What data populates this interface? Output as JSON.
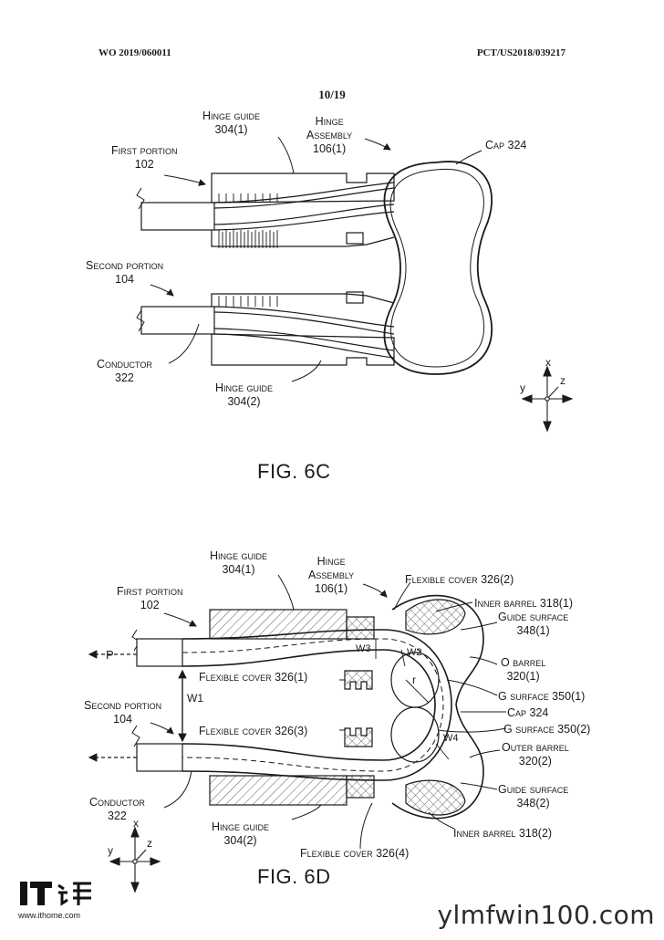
{
  "header": {
    "pub_no": "WO 2019/060011",
    "app_no": "PCT/US2018/039217",
    "page": "10/19"
  },
  "fig6c": {
    "caption": "FIG. 6C",
    "labels": {
      "hinge_guide_1": [
        "Hinge guide",
        "304(1)"
      ],
      "hinge_assembly": [
        "Hinge",
        "Assembly",
        "106(1)"
      ],
      "cap": [
        "Cap 324"
      ],
      "first_portion": [
        "First portion",
        "102"
      ],
      "second_portion": [
        "Second portion",
        "104"
      ],
      "conductor": [
        "Conductor",
        "322"
      ],
      "hinge_guide_2": [
        "Hinge guide",
        "304(2)"
      ]
    },
    "axes": {
      "x": "x",
      "y": "y",
      "z": "z"
    }
  },
  "fig6d": {
    "caption": "FIG. 6D",
    "labels": {
      "hinge_guide_1": [
        "Hinge guide",
        "304(1)"
      ],
      "hinge_assembly": [
        "Hinge",
        "Assembly",
        "106(1)"
      ],
      "flex_cover_2": [
        "Flexible cover 326(2)"
      ],
      "inner_barrel_1": [
        "Inner barrel 318(1)"
      ],
      "guide_surface_1": [
        "Guide surface",
        "348(1)"
      ],
      "first_portion": [
        "First portion",
        "102"
      ],
      "p": "P",
      "w3": "W3",
      "w2": "W2",
      "w1": "W1",
      "w4": "W4",
      "r": "r",
      "o_barrel": [
        "O barrel",
        "320(1)"
      ],
      "flex_cover_1": [
        "Flexible cover 326(1)"
      ],
      "g_surface_1": [
        "G surface 350(1)"
      ],
      "second_portion": [
        "Second portion",
        "104"
      ],
      "cap": [
        "Cap 324"
      ],
      "flex_cover_3": [
        "Flexible cover 326(3)"
      ],
      "g_surface_2": [
        "G surface 350(2)"
      ],
      "outer_barrel": [
        "Outer barrel",
        "320(2)"
      ],
      "guide_surface_2": [
        "Guide surface",
        "348(2)"
      ],
      "conductor": [
        "Conductor",
        "322"
      ],
      "hinge_guide_2": [
        "Hinge guide",
        "304(2)"
      ],
      "inner_barrel_2": [
        "Inner barrel 318(2)"
      ],
      "flex_cover_4": [
        "Flexible cover 326(4)"
      ]
    },
    "axes": {
      "x": "x",
      "y": "y",
      "z": "z"
    }
  },
  "watermarks": {
    "logo_text": "www.ithome.com",
    "site": "ylmfwin100.com"
  }
}
